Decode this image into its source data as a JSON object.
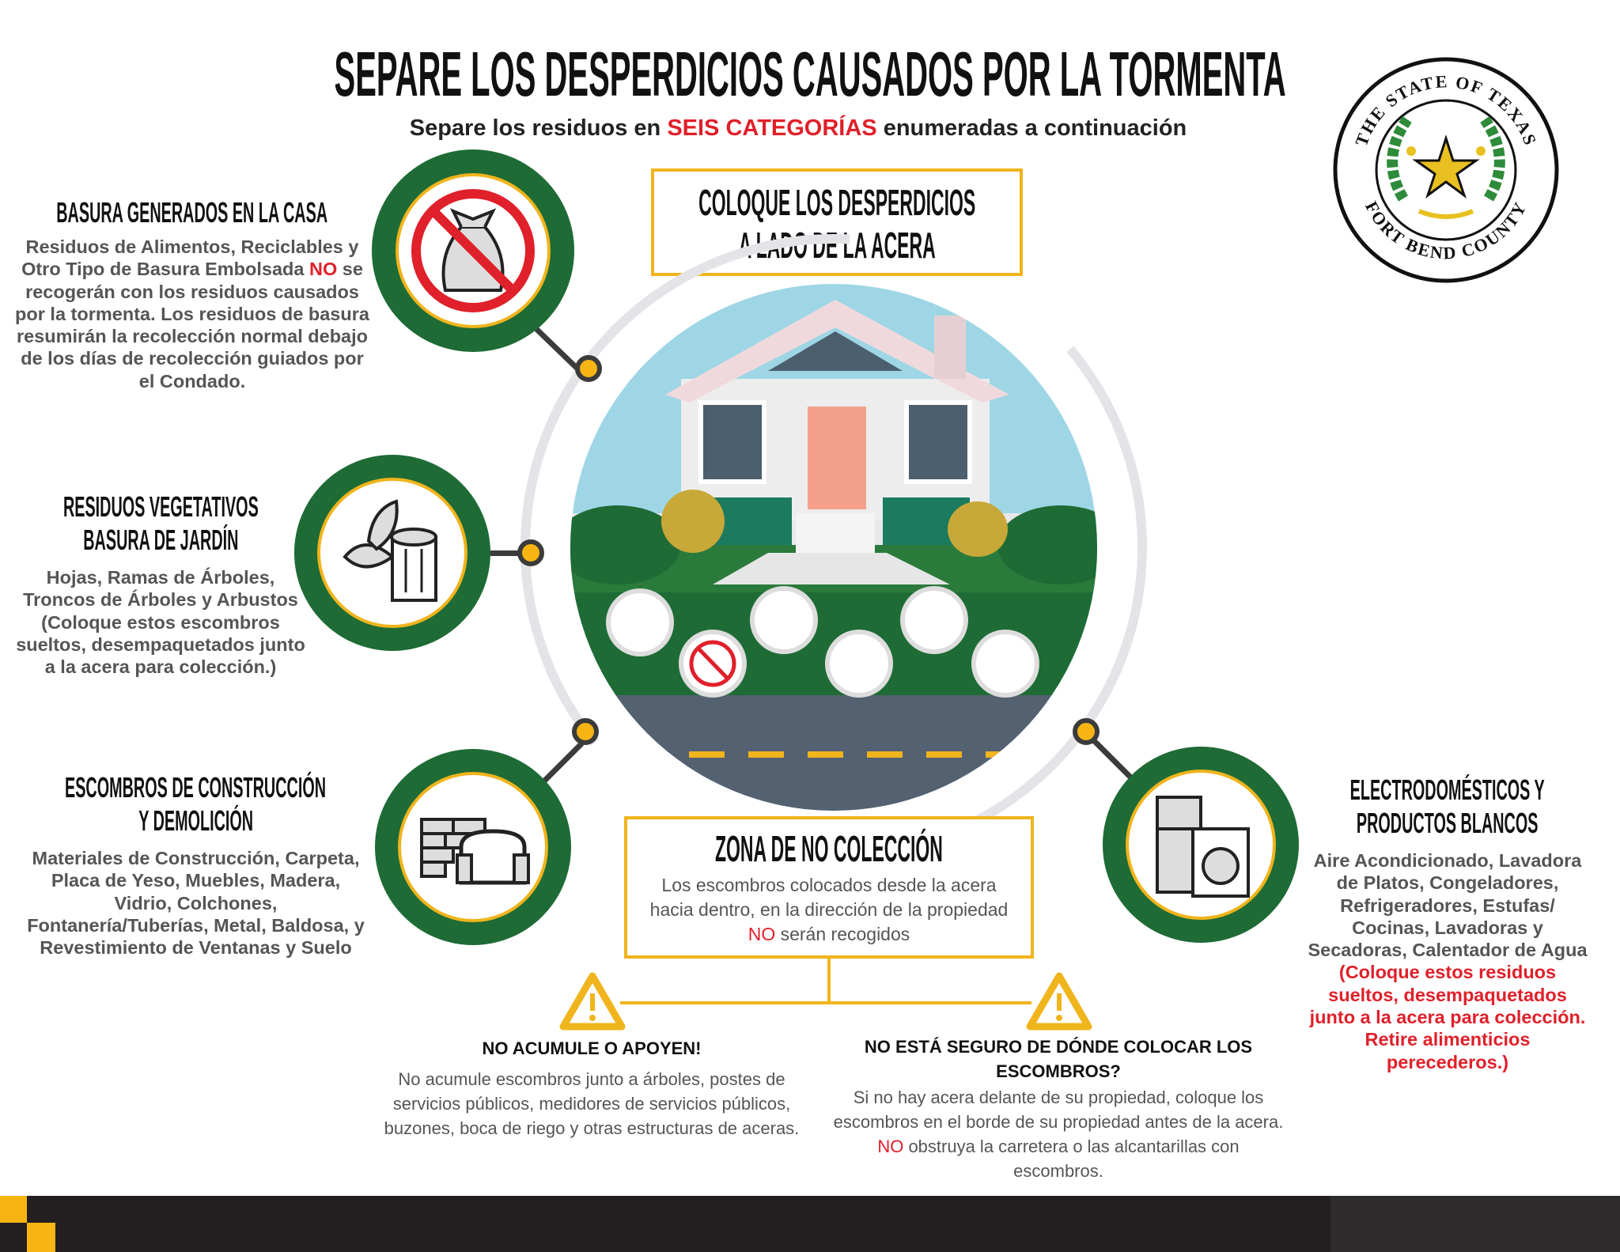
{
  "header": {
    "title": "SEPARE LOS DESPERDICIOS CAUSADOS POR LA TORMENTA",
    "subtitle_pre": "Separe los residuos en ",
    "subtitle_highlight": "SEIS CATEGORÍAS",
    "subtitle_post": " enumeradas a continuación"
  },
  "seal": {
    "top_text": "THE STATE OF TEXAS",
    "bottom_text": "FORT BEND COUNTY"
  },
  "curb_box": {
    "line1": "COLOQUE LOS DESPERDICIOS",
    "line2": "A LADO DE LA ACERA"
  },
  "categories": [
    {
      "title1": "BASURA GENERADOS EN LA CASA",
      "body_pre": "Residuos de Alimentos, Reciclables y Otro Tipo de Basura Embolsada ",
      "body_red": "NO",
      "body_post": " se recogerán con los residuos causados por la tormenta. Los residuos de basura resumirán la recolección normal debajo de los días de recolección guiados por el Condado.",
      "icon": "no-trash-bag-icon"
    },
    {
      "title1": "RESIDUOS VEGETATIVOS",
      "title2": "BASURA DE JARDÍN",
      "body": "Hojas, Ramas de Árboles, Troncos de Árboles y Arbustos",
      "body_red": "(Coloque estos escombros sueltos, desempaquetados junto a la acera para colección.)",
      "icon": "leaves-stump-icon"
    },
    {
      "title1": "ESCOMBROS DE CONSTRUCCIÓN",
      "title2": "Y DEMOLICIÓN",
      "body": "Materiales de Construcción, Carpeta, Placa de Yeso, Muebles, Madera, Vidrio, Colchones, Fontanería/Tuberías, Metal, Baldosa, y Revestimiento de Ventanas y Suelo",
      "icon": "bricks-sofa-icon"
    },
    {
      "title1": "ELECTRODOMÉSTICOS Y",
      "title2": "PRODUCTOS BLANCOS",
      "body": "Aire Acondicionado, Lavadora de Platos, Congeladores, Refrigeradores, Estufas/ Cocinas, Lavadoras y Secadoras, Calentador de Agua ",
      "body_red": "(Coloque estos residuos sueltos, desempaquetados junto a la acera para colección. Retire alimenticios perecederos.)",
      "icon": "fridge-washer-icon"
    }
  ],
  "no_zone": {
    "title": "ZONA DE NO COLECCIÓN",
    "body_pre": "Los escombros colocados desde la acera hacia dentro, en la dirección de la propiedad ",
    "body_red": "NO",
    "body_post": " serán recogidos"
  },
  "warnings": [
    {
      "title": "NO ACUMULE O APOYEN!",
      "body": "No acumule escombros junto a árboles, postes de servicios públicos, medidores de servicios públicos, buzones, boca de riego y otras estructuras de aceras."
    },
    {
      "title": "NO ESTÁ SEGURO DE DÓNDE COLOCAR LOS ESCOMBROS?",
      "body_pre": "Si no hay acera delante de su propiedad, coloque los escombros en el borde de su propiedad antes de la acera. ",
      "body_red": "NO",
      "body_post": " obstruya la carretera o las alcantarillas con escombros."
    }
  ],
  "colors": {
    "green": "#1e6b35",
    "yellow": "#f0b41c",
    "red": "#e0202a",
    "dark": "#231f20"
  }
}
